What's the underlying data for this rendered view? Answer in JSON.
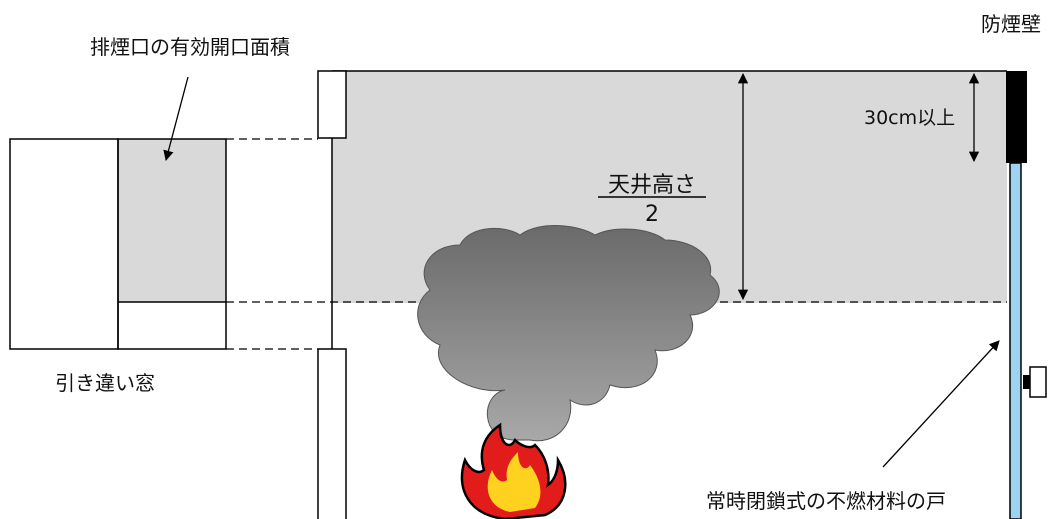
{
  "labels": {
    "smoke_barrier": "防煙壁",
    "effective_opening_area": "排煙口の有効開口面積",
    "sliding_window": "引き違い窓",
    "height_30cm": "30cm以上",
    "ceiling_height": "天井高さ",
    "divisor": "2",
    "door": "常時閉鎖式の不燃材料の戸"
  },
  "colors": {
    "smoke_layer": "#d9d9d9",
    "smoke_cloud": "#7a7a7a",
    "barrier": "#000000",
    "door_glass": "#9dd3f0",
    "flame_outer": "#e21b1b",
    "flame_inner": "#ffd21f",
    "line": "#000000"
  },
  "icons": [
    "fire-icon",
    "smoke-cloud-icon",
    "door-handle-icon"
  ]
}
